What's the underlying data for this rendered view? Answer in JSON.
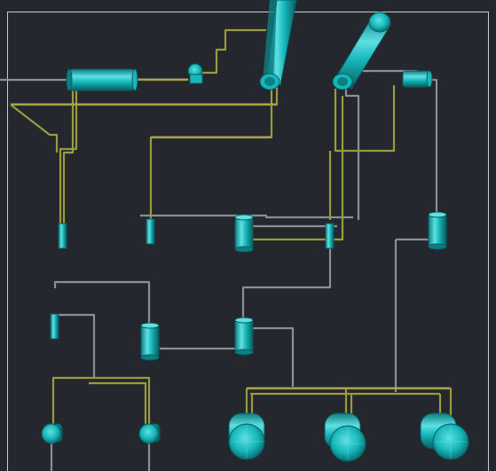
{
  "colors": {
    "background": "#24272d",
    "frame": "#c8ccd2",
    "pipe_gray": "#8c8f94",
    "pipe_olive": "#9b9a3e",
    "pipe_olive_light": "#c8c56a",
    "vessel": "#16b7ba",
    "vessel_dark": "#0b7f83",
    "vessel_light": "#5fe0e2",
    "vessel_edge": "#0a5d60"
  },
  "equipment": [
    {
      "id": "stack-left",
      "type": "stack"
    },
    {
      "id": "stack-right",
      "type": "stack"
    },
    {
      "id": "drum-top-left",
      "type": "horizontal-drum"
    },
    {
      "id": "drum-top-right",
      "type": "horizontal-drum"
    },
    {
      "id": "pump-top",
      "type": "pump"
    },
    {
      "id": "tank-center",
      "type": "vertical-tank"
    },
    {
      "id": "tank-right",
      "type": "vertical-tank"
    },
    {
      "id": "tank-mid-left",
      "type": "vertical-tank"
    },
    {
      "id": "tank-mid-center",
      "type": "vertical-tank"
    },
    {
      "id": "instrument-a",
      "type": "instrument"
    },
    {
      "id": "instrument-b",
      "type": "instrument"
    },
    {
      "id": "instrument-c",
      "type": "instrument"
    },
    {
      "id": "instrument-d",
      "type": "instrument"
    },
    {
      "id": "pump-bottom-left",
      "type": "pump"
    },
    {
      "id": "pump-bottom-center",
      "type": "pump"
    },
    {
      "id": "pump-large-1",
      "type": "large-pump"
    },
    {
      "id": "pump-large-2",
      "type": "large-pump"
    },
    {
      "id": "pump-large-3",
      "type": "large-pump"
    }
  ]
}
